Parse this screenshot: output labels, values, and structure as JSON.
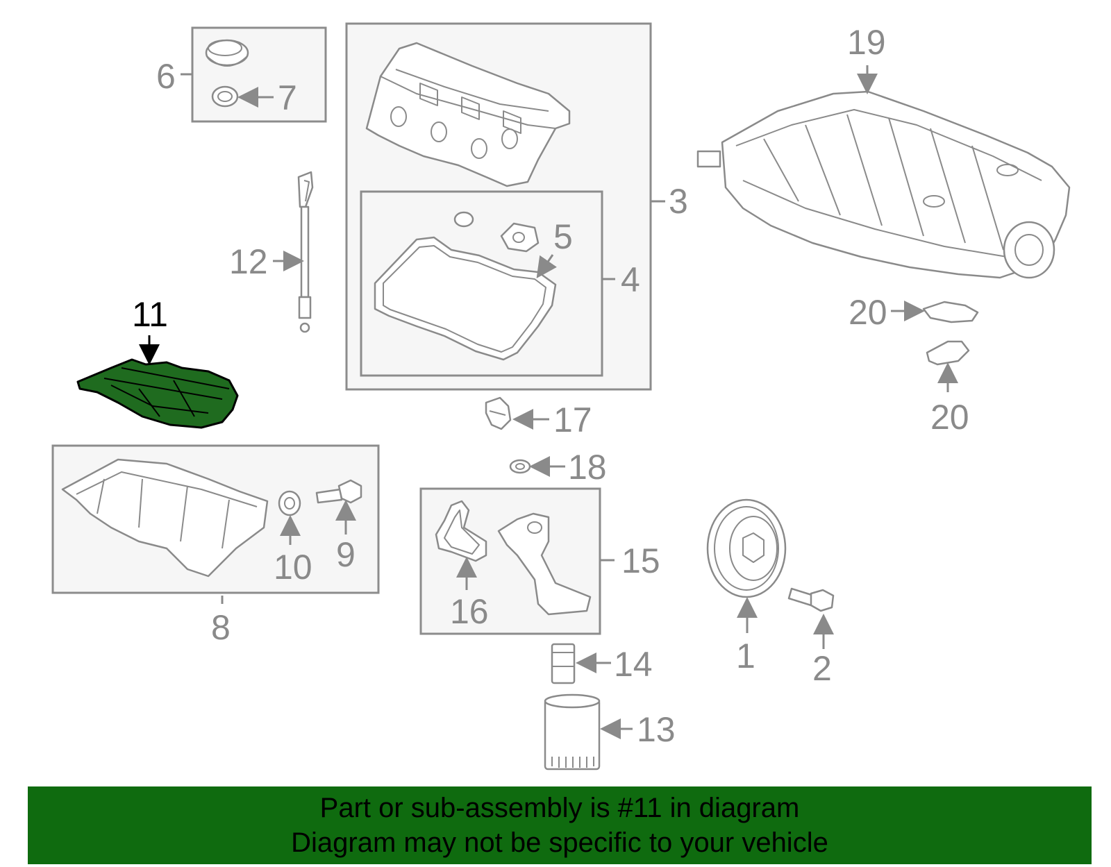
{
  "diagram": {
    "callouts": [
      "1",
      "2",
      "3",
      "4",
      "5",
      "6",
      "7",
      "8",
      "9",
      "10",
      "11",
      "12",
      "13",
      "14",
      "15",
      "16",
      "17",
      "18",
      "19",
      "20",
      "20"
    ],
    "highlighted_callout": "11",
    "colors": {
      "highlight": "#1f6b1f",
      "line": "#8a8a8a",
      "banner": "#0f6b0f"
    }
  },
  "banner": {
    "line1": "Part or sub-assembly is #11 in diagram",
    "line2": "Diagram may not be specific to your vehicle"
  }
}
